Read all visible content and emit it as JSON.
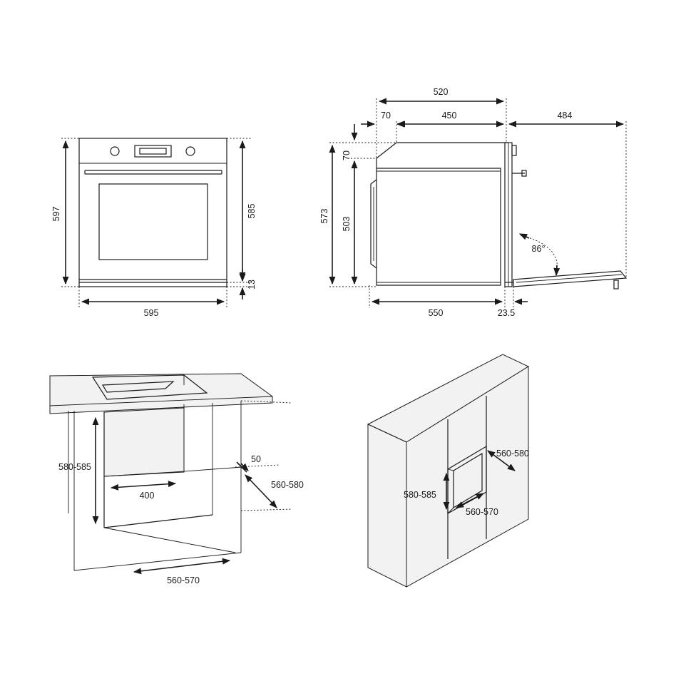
{
  "front": {
    "width": "595",
    "height": "597",
    "panel_height": "585",
    "gap": "13"
  },
  "side": {
    "depth_total": "520",
    "offset_top": "70",
    "depth_inner": "450",
    "door_open": "484",
    "top_drop": "70",
    "height_total": "573",
    "height_body": "503",
    "depth_body": "550",
    "depth_front": "23.5",
    "door_angle": "86°"
  },
  "under_counter": {
    "niche_height": "580-585",
    "opening": "400",
    "gap": "50",
    "niche_depth": "560-580",
    "niche_width": "560-570"
  },
  "column": {
    "niche_depth": "560-580",
    "niche_height": "580-585",
    "niche_width": "560-570"
  },
  "colors": {
    "line": "#1a1a1a",
    "panel": "#f2f2f2",
    "background": "#ffffff"
  }
}
